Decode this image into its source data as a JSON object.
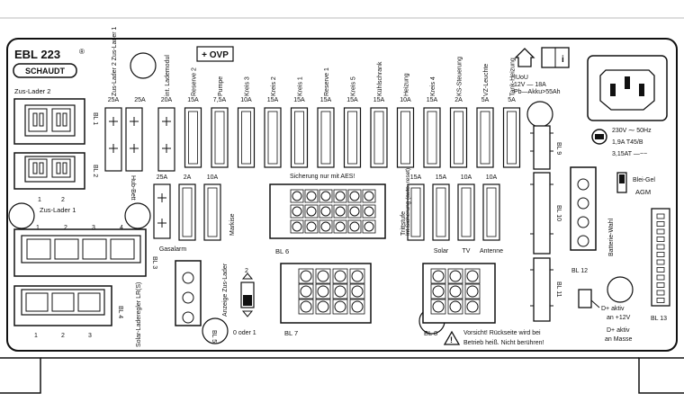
{
  "panel": {
    "model": "EBL 223",
    "brand": "SCHAUDT",
    "registered": "®",
    "ovp_label": "+ OVP"
  },
  "power": {
    "charger_lines": [
      "IUoU",
      "12V  —  18A",
      "Pb—Akku>55Ah"
    ],
    "mains_lines": [
      "230V ⁓ 50Hz",
      "1,9A    T45/B",
      "3,15AT —−−"
    ]
  },
  "top_fuses": [
    {
      "label": "Zus-Lader 2 Zus-Lader 1",
      "rating": "25A"
    },
    {
      "label": "",
      "rating": "25A"
    },
    {
      "label": "int. Lademodul",
      "rating": "20A"
    },
    {
      "label": "Reserve 2",
      "rating": "15A"
    },
    {
      "label": "Pumpe",
      "rating": "7,5A"
    },
    {
      "label": "Kreis 3",
      "rating": "10A"
    },
    {
      "label": "Kreis 2",
      "rating": "15A"
    },
    {
      "label": "Kreis 1",
      "rating": "15A"
    },
    {
      "label": "Reserve 1",
      "rating": "15A"
    },
    {
      "label": "Kreis 5",
      "rating": "15A"
    },
    {
      "label": "Kühlschrank",
      "rating": "15A"
    },
    {
      "label": "Heizung",
      "rating": "10A"
    },
    {
      "label": "Kreis 4",
      "rating": "15A"
    },
    {
      "label": "KS-Steuerung",
      "rating": "2A"
    },
    {
      "label": "VZ-Leuchte",
      "rating": "5A"
    },
    {
      "label": "Tank-Heizung",
      "rating": "5A"
    }
  ],
  "mid_fuses": {
    "left": [
      {
        "rating": "25A",
        "label": "Gasalarm"
      },
      {
        "rating": "2A",
        "label": ""
      },
      {
        "rating": "10A",
        "label": "Markise"
      }
    ],
    "right": [
      {
        "rating": "15A",
        "label": "Trittstufe"
      },
      {
        "rating": "15A",
        "label": "Solar"
      },
      {
        "rating": "10A",
        "label": "TV"
      },
      {
        "rating": "10A",
        "label": "Antenne"
      }
    ],
    "int_sicherung": "Int.Sicherung (auto. reset)"
  },
  "labels": {
    "bl1": "BL 1",
    "bl2": "BL 2",
    "bl3": "BL 3",
    "bl4": "BL 4",
    "bl5": "BL 5",
    "bl6": "BL 6",
    "bl7": "BL 7",
    "bl8": "BL 8",
    "bl9": "BL 9",
    "bl10": "BL 10",
    "bl11": "BL 11",
    "bl12": "BL 12",
    "bl13": "BL 13",
    "zus_lader_2": "Zus-Lader 2",
    "zus_lader_1": "Zus-Lader 1",
    "hub_bett": "Hub-Bett",
    "sicherung_aes": "Sicherung nur mit AES!",
    "solar_laderegler": "Solar-Laderegler LR(S)",
    "anzeige_zus_lader": "Anzeige Zus-Lader",
    "switch_top": "2",
    "switch_bottom": "0 oder 1",
    "batterie_wahl": "Batterie-Wahl",
    "blei_gel": "Blei-Gel",
    "agm": "AGM",
    "d_plus_12v": "D+ aktiv an +12V",
    "d_plus_masse": "D+ aktiv an Masse",
    "warning": "Vorsicht! Rückseite wird bei Betrieb heiß. Nicht berühren!",
    "num_1": "1",
    "num_2": "2",
    "num_3": "3",
    "num_4": "4"
  }
}
